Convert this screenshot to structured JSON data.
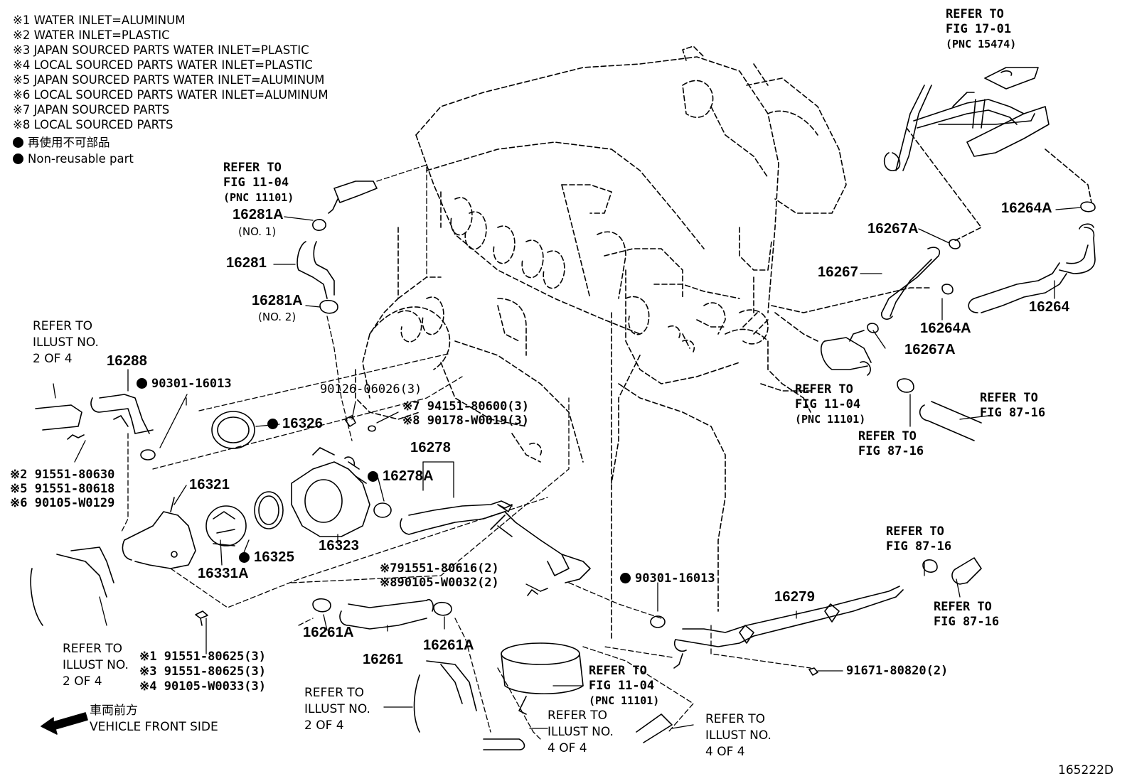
{
  "legend": {
    "notes": [
      "※1 WATER INLET=ALUMINUM",
      "※2 WATER INLET=PLASTIC",
      "※3  JAPAN SOURCED PARTS  WATER INLET=PLASTIC",
      "※4  LOCAL SOURCED PARTS  WATER INLET=PLASTIC",
      "※5  JAPAN SOURCED PARTS  WATER INLET=ALUMINUM",
      "※6  LOCAL SOURCED PARTS  WATER INLET=ALUMINUM",
      "※7  JAPAN SOURCED PARTS",
      "※8  LOCAL SOURCED PARTS"
    ],
    "nonreusable_jp": "再使用不可部品",
    "nonreusable_en": "Non-reusable part"
  },
  "refs": {
    "fig1701": [
      "REFER TO",
      "FIG 17-01",
      "(PNC 15474)"
    ],
    "fig1104_top": [
      "REFER TO",
      "FIG 11-04",
      "(PNC 11101)"
    ],
    "illust2_left": [
      "REFER TO",
      "ILLUST NO.",
      "2 OF 4"
    ],
    "fig1104_mid": [
      "REFER TO",
      "FIG 11-04",
      "(PNC 11101)"
    ],
    "fig8716_a": [
      "REFER TO",
      "FIG 87-16"
    ],
    "fig8716_b": [
      "REFER TO",
      "FIG 87-16"
    ],
    "fig8716_c": [
      "REFER TO",
      "FIG 87-16"
    ],
    "fig8716_d": [
      "REFER TO",
      "FIG 87-16"
    ],
    "illust2_bottomleft": [
      "REFER TO",
      "ILLUST NO.",
      "2 OF 4"
    ],
    "illust2_bottommid": [
      "REFER TO",
      "ILLUST NO.",
      "2 OF 4"
    ],
    "fig1104_bottom": [
      "REFER TO",
      "FIG 11-04",
      "(PNC 11101)"
    ],
    "illust4_a": [
      "REFER TO",
      "ILLUST NO.",
      "4 OF 4"
    ],
    "illust4_b": [
      "REFER TO",
      "ILLUST NO.",
      "4 OF 4"
    ]
  },
  "parts": {
    "p16281A_1": "16281A",
    "p16281A_1_sub": "(NO. 1)",
    "p16281": "16281",
    "p16281A_2": "16281A",
    "p16281A_2_sub": "(NO. 2)",
    "p16288": "16288",
    "p90301_a": "90301-16013",
    "p16326": "16326",
    "bolt_group_a": [
      "※2 91551-80630",
      "※5 91551-80618",
      "※6 90105-W0129"
    ],
    "p16321": "16321",
    "p90126": "90126-06026(3)",
    "p7_94151": "※7 94151-80600(3)",
    "p8_90178": "※8 90178-W0019(3)",
    "p16278": "16278",
    "p16278A": "16278A",
    "p16325": "16325",
    "p16323": "16323",
    "p16331A": "16331A",
    "bolt_group_b": [
      "※791551-80616(2)",
      "※890105-W0032(2)"
    ],
    "p90301_b": "90301-16013",
    "p16261A_a": "16261A",
    "p16261": "16261",
    "p16261A_b": "16261A",
    "p16279": "16279",
    "p91671": "91671-80820(2)",
    "bolt_group_c": [
      "※1 91551-80625(3)",
      "※3 91551-80625(3)",
      "※4 90105-W0033(3)"
    ],
    "p16264A_a": "16264A",
    "p16267A_a": "16267A",
    "p16267": "16267",
    "p16264": "16264",
    "p16264A_b": "16264A",
    "p16267A_b": "16267A"
  },
  "front": {
    "jp": "車両前方",
    "en": "VEHICLE FRONT SIDE"
  },
  "figure_code": "165222D"
}
